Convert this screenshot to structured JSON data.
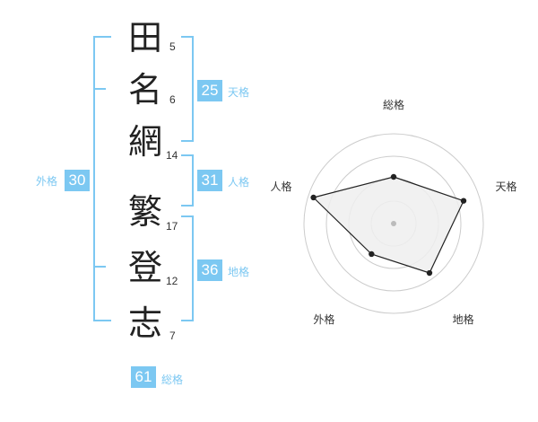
{
  "name": {
    "chars": [
      {
        "char": "田",
        "strokes": "5"
      },
      {
        "char": "名",
        "strokes": "6"
      },
      {
        "char": "網",
        "strokes": "14"
      },
      {
        "char": "繁",
        "strokes": "17"
      },
      {
        "char": "登",
        "strokes": "12"
      },
      {
        "char": "志",
        "strokes": "7"
      }
    ]
  },
  "kaku": {
    "tenkaku": {
      "value": "25",
      "label": "天格"
    },
    "jinkaku": {
      "value": "31",
      "label": "人格"
    },
    "chikaku": {
      "value": "36",
      "label": "地格"
    },
    "gaikaku": {
      "value": "30",
      "label": "外格"
    },
    "soukaku": {
      "value": "61",
      "label": "総格"
    }
  },
  "chart_data": {
    "type": "radar",
    "axes": [
      "総格",
      "天格",
      "地格",
      "外格",
      "人格"
    ],
    "values": [
      0.52,
      0.82,
      0.68,
      0.42,
      0.94
    ],
    "range": [
      0,
      1
    ],
    "rings": 4,
    "grid": true,
    "colors": {
      "fill": "#eeeeee",
      "stroke": "#222222",
      "grid": "#cccccc"
    }
  }
}
